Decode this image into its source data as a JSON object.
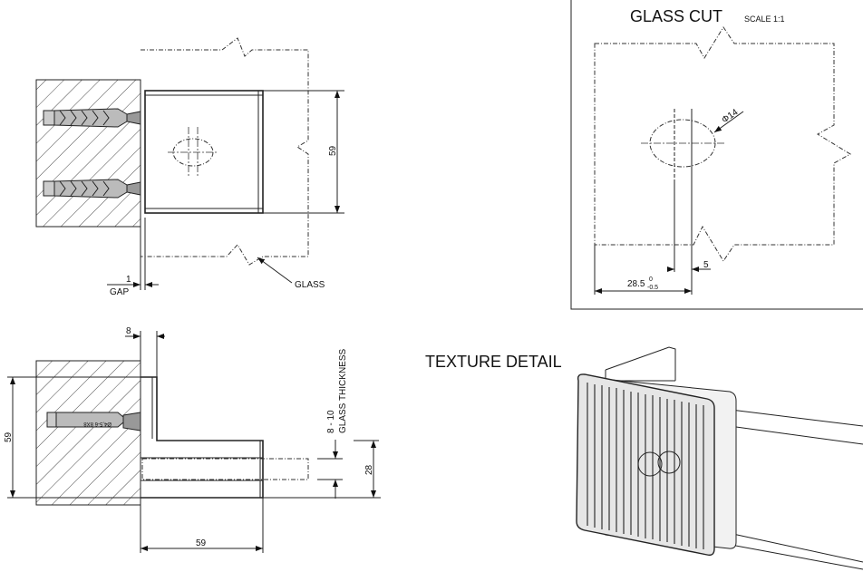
{
  "top_view": {
    "dim_height": "59",
    "gap_value": "1",
    "gap_label": "GAP",
    "glass_label": "GLASS"
  },
  "glass_cut": {
    "title": "GLASS CUT",
    "scale": "SCALE 1:1",
    "hole_dia": "Φ14",
    "slot_width": "5",
    "edge_dist": "28.5",
    "tol_upper": "0",
    "tol_lower": "-0.5"
  },
  "side_view": {
    "dim_plate": "8",
    "dim_height": "59",
    "dim_depth": "59",
    "dim_clamp": "28",
    "glass_thickness_value": "8 - 10",
    "glass_thickness_label": "GLASS THICKNESS",
    "anchor_text": "Ø4,5-6  8X8"
  },
  "texture": {
    "title": "TEXTURE DETAIL"
  }
}
